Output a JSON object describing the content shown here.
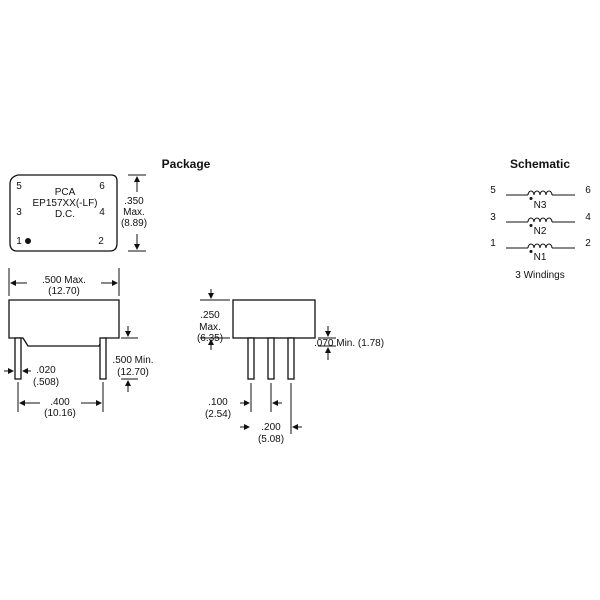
{
  "headings": {
    "package": "Package",
    "schematic": "Schematic"
  },
  "top_view": {
    "pins": {
      "p5": "5",
      "p6": "6",
      "p3": "3",
      "p4": "4",
      "p1": "1",
      "p2": "2"
    },
    "marking": [
      "PCA",
      "EP157XX(-LF)",
      "D.C."
    ],
    "height_dim": [
      ".350",
      "Max.",
      "(8.89)"
    ]
  },
  "side_view": {
    "width_dim": [
      ".500 Max.",
      "(12.70)"
    ],
    "lead_dia_dim": [
      ".020",
      "(.508)"
    ],
    "lead_len_dim": [
      ".500 Min.",
      "(12.70)"
    ],
    "row_spacing_dim": [
      ".400",
      "(10.16)"
    ]
  },
  "end_view": {
    "body_height_dim": [
      ".250",
      "Max.",
      "(6.35)"
    ],
    "standoff_dim": ".070 Min. (1.78)",
    "pitch_dim": [
      ".100",
      "(2.54)"
    ],
    "span_dim": [
      ".200",
      "(5.08)"
    ]
  },
  "schematic": {
    "windings": [
      {
        "left_pin": "5",
        "right_pin": "6",
        "label": "N3"
      },
      {
        "left_pin": "3",
        "right_pin": "4",
        "label": "N2"
      },
      {
        "left_pin": "1",
        "right_pin": "2",
        "label": "N1"
      }
    ],
    "caption": "3 Windings"
  }
}
